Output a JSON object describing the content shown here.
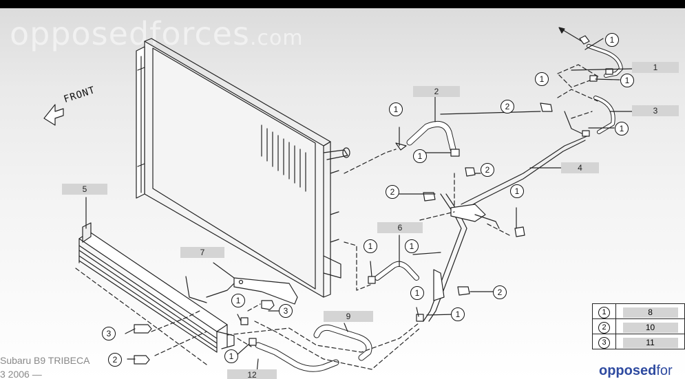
{
  "watermark": {
    "main": "opposedforces",
    "suffix": ".com"
  },
  "orientation": {
    "label": "FRONT"
  },
  "callouts": {
    "c1": "1",
    "c2": "2",
    "c3": "3",
    "c4": "4",
    "c5": "5",
    "c6": "6",
    "c7": "7",
    "c9": "9",
    "c12": "12"
  },
  "symbols": {
    "one": "1",
    "two": "2",
    "three": "3"
  },
  "legend": [
    {
      "symbol": "1",
      "value": "8"
    },
    {
      "symbol": "2",
      "value": "10"
    },
    {
      "symbol": "3",
      "value": "11"
    }
  ],
  "caption": {
    "line1": "Subaru B9 TRIBECA",
    "line2": "3 2006 —"
  },
  "brand": {
    "bold": "opposed",
    "rest": "for"
  }
}
